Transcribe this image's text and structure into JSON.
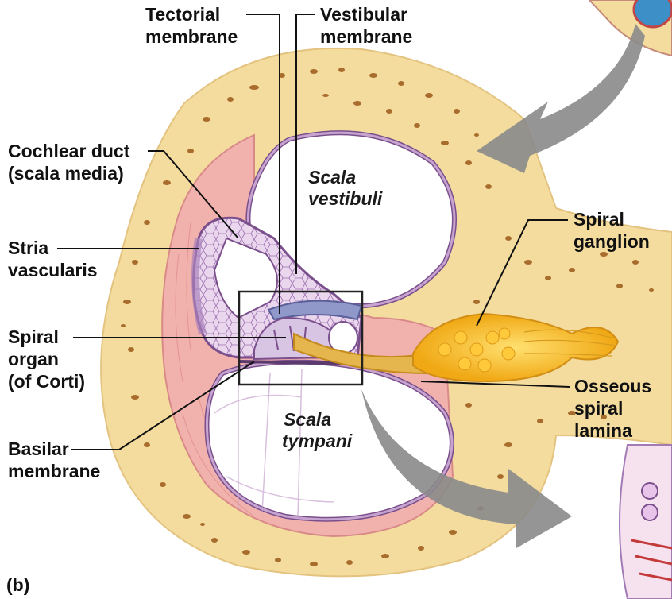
{
  "labels": {
    "tectorial_1": "Tectorial",
    "tectorial_2": "membrane",
    "vestibular_1": "Vestibular",
    "vestibular_2": "membrane",
    "cochlear_1": "Cochlear duct",
    "cochlear_2": "(scala media)",
    "stria_1": "Stria",
    "stria_2": "vascularis",
    "spiral_organ_1": "Spiral",
    "spiral_organ_2": "organ",
    "spiral_organ_3": "(of Corti)",
    "basilar_1": "Basilar",
    "basilar_2": "membrane",
    "ganglion_1": "Spiral",
    "ganglion_2": "ganglion",
    "osseous_1": "Osseous",
    "osseous_2": "spiral",
    "osseous_3": "lamina",
    "vestibuli_1": "Scala",
    "vestibuli_2": "vestibuli",
    "tympani_1": "Scala",
    "tympani_2": "tympani",
    "panel": "(b)"
  },
  "colors": {
    "bone": "#f3dc9e",
    "bone_dark": "#a86c2c",
    "pink_tissue": "#f1b2ae",
    "duct_wall": "#c7a4cf",
    "ganglion": "#f6b81e",
    "arrow": "#8a8a8a"
  }
}
